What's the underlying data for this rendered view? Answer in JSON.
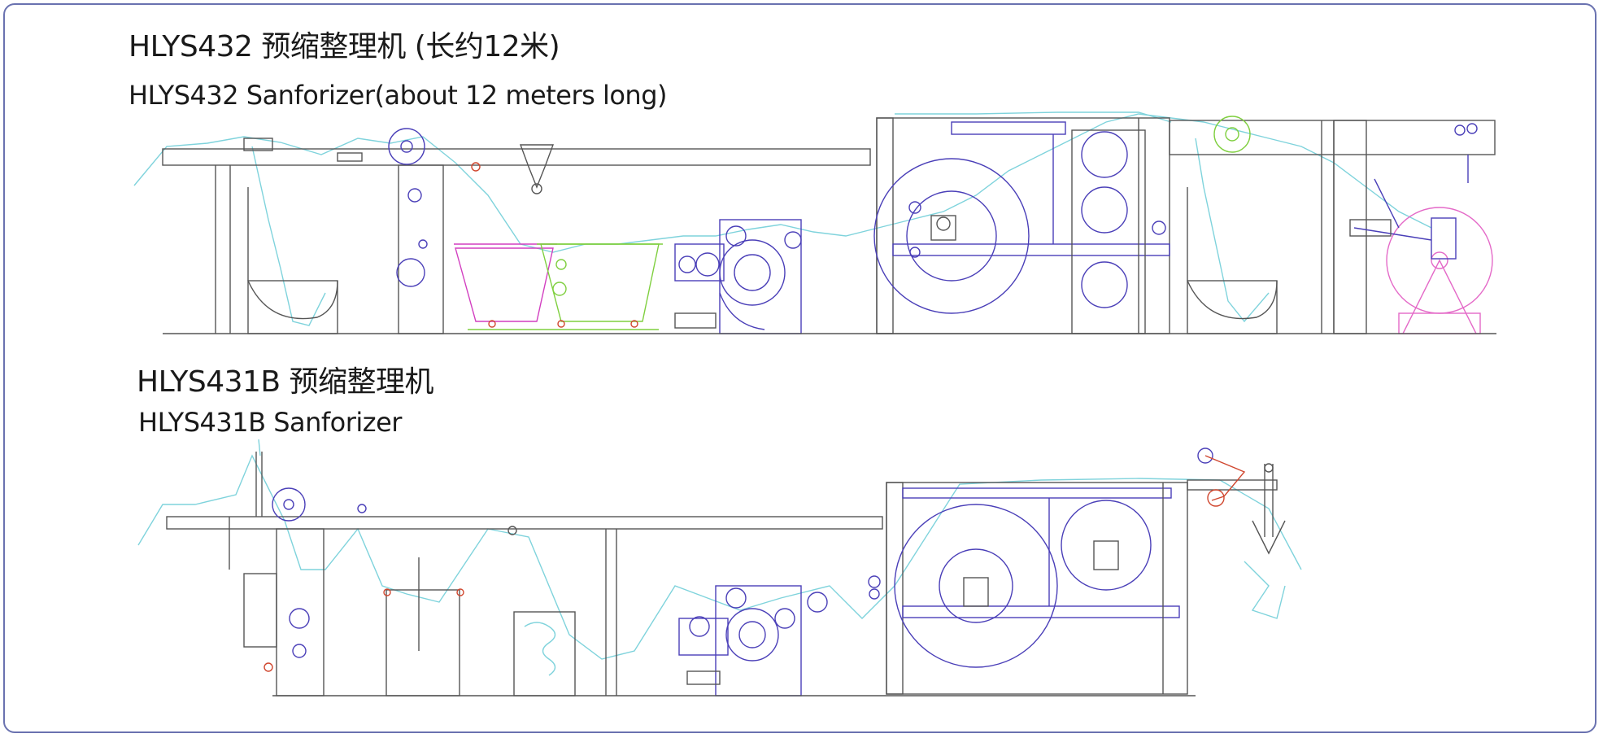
{
  "lines": [
    {
      "model_cn": "HLYS432     预缩整理机  (长约12米)",
      "model_en": "HLYS432 Sanforizer(about 12 meters long)"
    },
    {
      "model_cn": "HLYS431B  预缩整理机",
      "model_en": "HLYS431B Sanforizer"
    }
  ],
  "colors": {
    "frame": "#6a72b0",
    "structure": "#555555",
    "machine": "#4a3fb8",
    "fabric_path": "#7fd3dc",
    "trough_magenta": "#d23fc0",
    "trough_green": "#7fcf3f",
    "accent_red": "#d0462e",
    "batcher_pink": "#e46ac8"
  }
}
